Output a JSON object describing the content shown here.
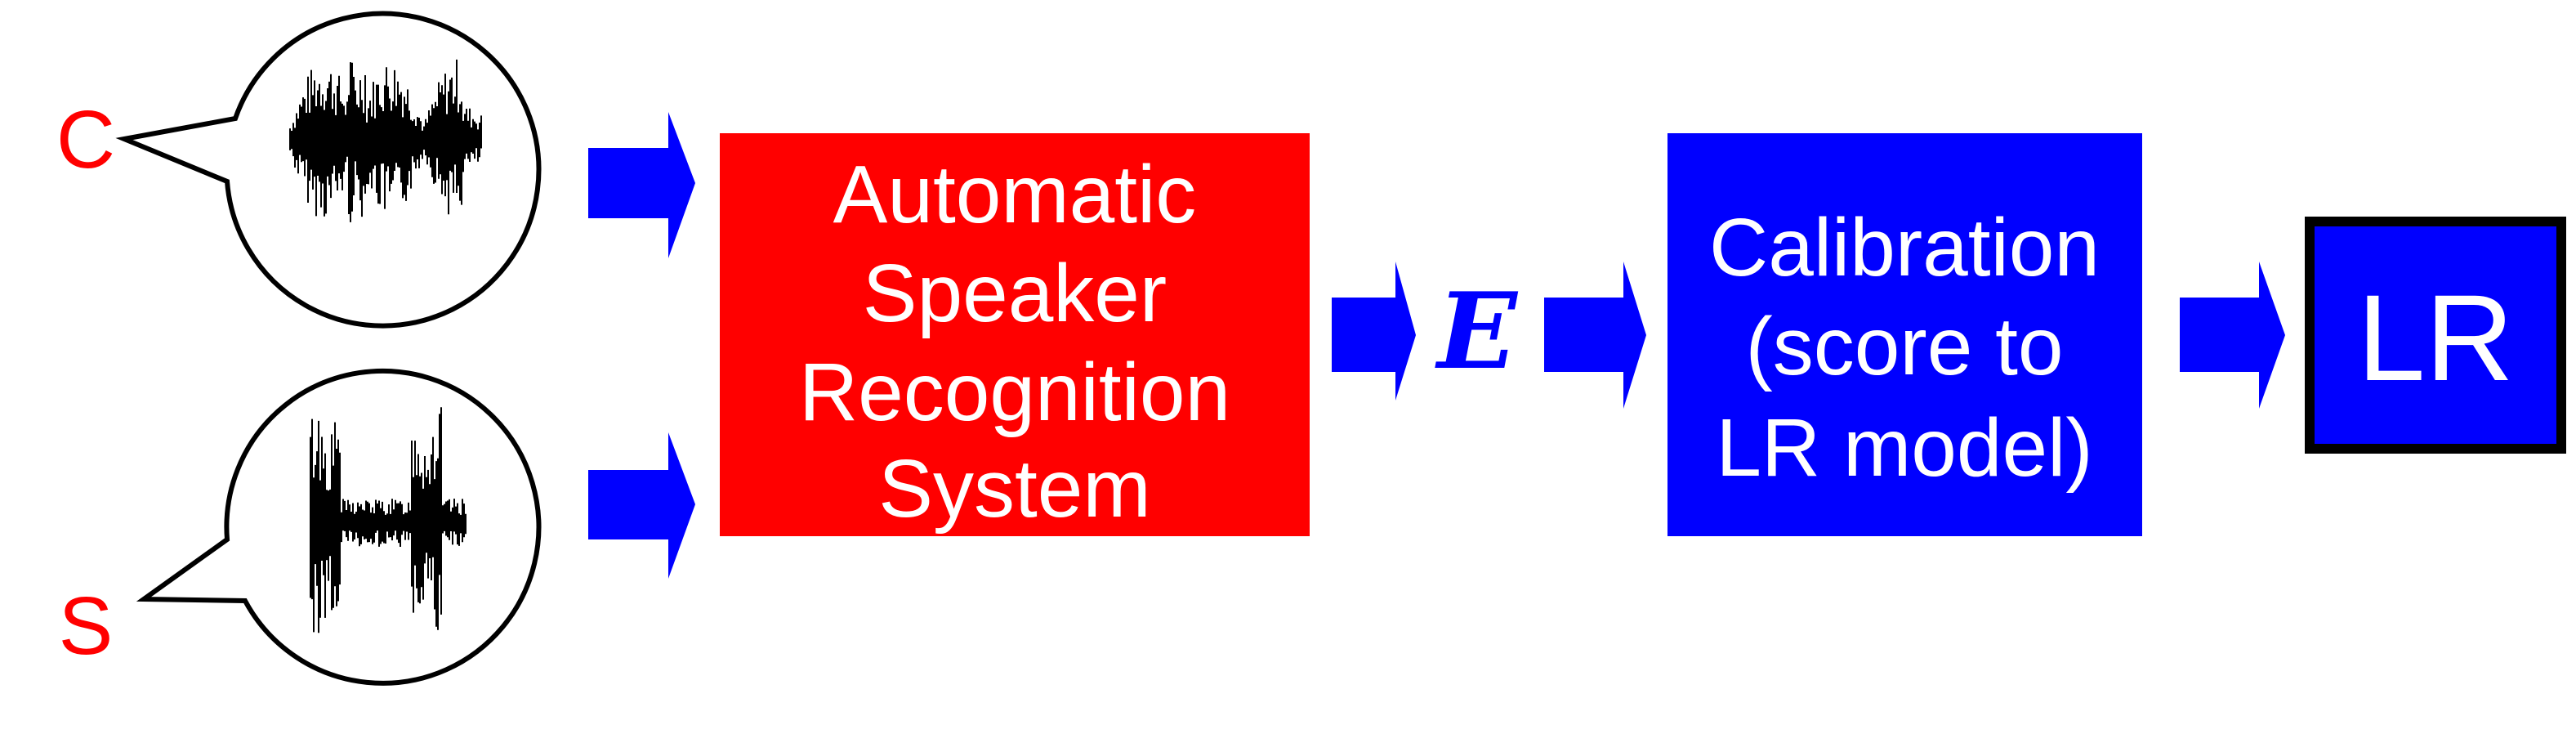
{
  "inputs": {
    "questioned_label": "C",
    "suspect_label": "S"
  },
  "asr_box": {
    "lines": [
      "Automatic",
      "Speaker",
      "Recognition",
      "System"
    ]
  },
  "evidence_symbol": "E",
  "calibration_box": {
    "lines": [
      "Calibration",
      "(score to",
      "LR model)"
    ]
  },
  "output_box": {
    "label": "LR"
  },
  "colors": {
    "red": "#ff0000",
    "blue": "#0000ff",
    "black": "#000000"
  }
}
